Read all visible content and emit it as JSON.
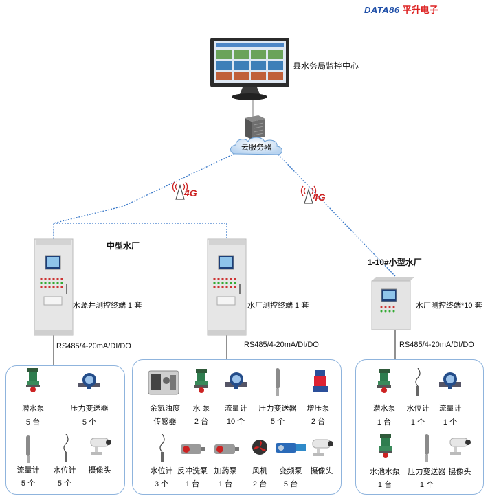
{
  "brand": {
    "en": "DATA86",
    "cn": "平升电子"
  },
  "center": {
    "label": "县水务局监控中心"
  },
  "cloud": {
    "label": "云服务器"
  },
  "links": {
    "cell_left": "4G",
    "cell_right": "4G"
  },
  "groups": {
    "mid": {
      "title": "中型水厂"
    },
    "small": {
      "title": "1-10#小型水厂"
    }
  },
  "terminals": [
    {
      "label": "水源井测控终端 1 套",
      "bus": "RS485/4-20mA/DI/DO"
    },
    {
      "label": "水厂测控终端 1 套",
      "bus": "RS485/4-20mA/DI/DO"
    },
    {
      "label": "水厂测控终端*10 套",
      "bus": "RS485/4-20mA/DI/DO"
    }
  ],
  "box1": [
    {
      "name": "潜水泵",
      "count": "5 台",
      "icon": "valve-icon"
    },
    {
      "name": "压力变送器",
      "count": "5 个",
      "icon": "flowmeter-icon"
    },
    {
      "name": "流量计",
      "count": "5 个",
      "icon": "probe-icon"
    },
    {
      "name": "水位计",
      "count": "5 个",
      "icon": "level-sensor-icon"
    },
    {
      "name": "摄像头",
      "count": "",
      "icon": "camera-icon"
    }
  ],
  "box2": [
    {
      "name": "余氯浊度",
      "name2": "传感器",
      "count": "",
      "icon": "chlorine-sensor-icon"
    },
    {
      "name": "水 泵",
      "count": "2 台",
      "icon": "valve-icon"
    },
    {
      "name": "流量计",
      "count": "10 个",
      "icon": "flowmeter-icon"
    },
    {
      "name": "压力变送器",
      "count": "5 个",
      "icon": "probe-icon"
    },
    {
      "name": "增压泵",
      "count": "2 台",
      "icon": "booster-pump-icon"
    },
    {
      "name": "水位计",
      "count": "3 个",
      "icon": "level-sensor-icon"
    },
    {
      "name": "反冲洗泵",
      "count": "1 台",
      "icon": "motor-icon"
    },
    {
      "name": "加药泵",
      "count": "1 台",
      "icon": "motor-icon"
    },
    {
      "name": "风机",
      "count": "2 台",
      "icon": "fan-icon"
    },
    {
      "name": "变频泵",
      "count": "5 台",
      "icon": "vfd-pump-icon"
    },
    {
      "name": "摄像头",
      "count": "",
      "icon": "camera-icon"
    }
  ],
  "box3": [
    {
      "name": "潜水泵",
      "count": "1 台",
      "icon": "valve-icon"
    },
    {
      "name": "水位计",
      "count": "1 个",
      "icon": "level-sensor-icon"
    },
    {
      "name": "流量计",
      "count": "1 个",
      "icon": "flowmeter-icon"
    },
    {
      "name": "水池水泵",
      "count": "1 台",
      "icon": "valve-icon"
    },
    {
      "name": "压力变送器",
      "count": "1 个",
      "icon": "probe-icon"
    },
    {
      "name": "摄像头",
      "count": "",
      "icon": "camera-icon"
    }
  ],
  "colors": {
    "link": "#3a79c9",
    "box_border": "#8fb4dd",
    "cabinet": "#e6e6e6",
    "brand_red": "#d22"
  }
}
